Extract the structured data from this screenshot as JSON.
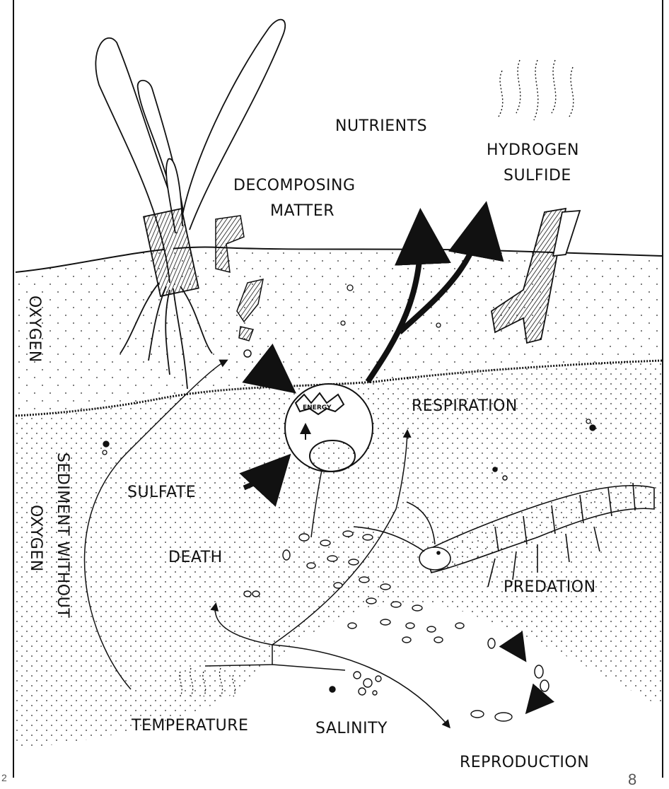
{
  "labels": {
    "nutrients": "NUTRIENTS",
    "hydrogen_sulfide_1": "HYDROGEN",
    "hydrogen_sulfide_2": "SULFIDE",
    "decomposing_1": "DECOMPOSING",
    "decomposing_2": "MATTER",
    "oxygen": "OXYGEN",
    "sediment_1": "SEDIMENT WITHOUT",
    "sediment_2": "OXYGEN",
    "respiration": "RESPIRATION",
    "sulfate": "SULFATE",
    "death": "DEATH",
    "predation": "PREDATION",
    "temperature": "TEMPERATURE",
    "salinity": "SALINITY",
    "reproduction": "REPRODUCTION",
    "energy": "ENERGY"
  },
  "page_number": "8",
  "corner_mark": "2"
}
